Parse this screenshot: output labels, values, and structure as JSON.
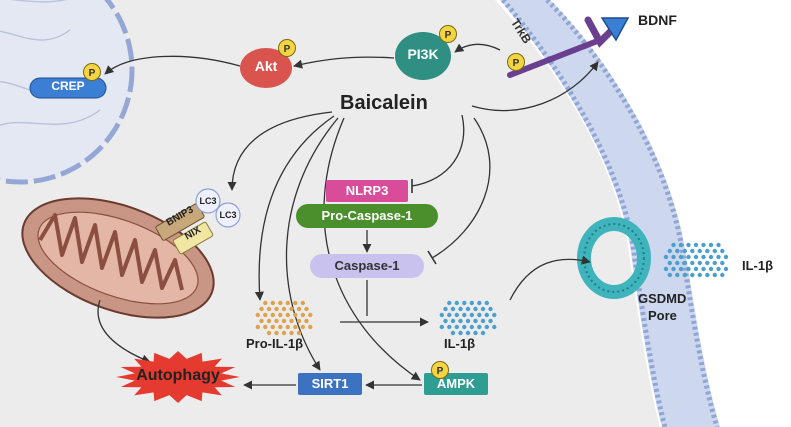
{
  "center": {
    "label": "Baicalein"
  },
  "receptor": {
    "ligand": "BDNF",
    "receptor": "TrkB"
  },
  "kinases": {
    "pi3k": "PI3K",
    "akt": "Akt",
    "crep": "CREP"
  },
  "phospho": {
    "badge": "P"
  },
  "inflammasome": {
    "nlrp3": "NLRP3",
    "pro_casp": "Pro-Caspase-1",
    "casp": "Caspase-1"
  },
  "cytokines": {
    "pro_il": "Pro-IL-1β",
    "il": "IL-1β",
    "il_out": "IL-1β"
  },
  "pore": {
    "line1": "GSDMD",
    "line2": "Pore"
  },
  "mitophagy": {
    "bnip3": "BNIP3",
    "nix": "NIX",
    "lc3_a": "LC3",
    "lc3_b": "LC3"
  },
  "outputs": {
    "autophagy": "Autophagy",
    "sirt1": "SIRT1",
    "ampk": "AMPK"
  },
  "colors": {
    "cytoplasm": "#ececec",
    "membrane": "#b9c8e6",
    "membrane_head": "#8fa6d6",
    "akt": "#d9534f",
    "pi3k": "#2f8f83",
    "badge": "#f5d442",
    "crep": "#3b7fd4",
    "nlrp3": "#d84c9a",
    "pro_casp": "#4b8f2c",
    "casp": "#c9c2ee",
    "sirt1": "#3b73c2",
    "ampk": "#2e9e94",
    "autophagy": "#e53a2f",
    "mito": "#c99685",
    "pore": "#3fb4bd",
    "il_dots": "#4b9fce",
    "pro_il_dots": "#e0a14b"
  }
}
